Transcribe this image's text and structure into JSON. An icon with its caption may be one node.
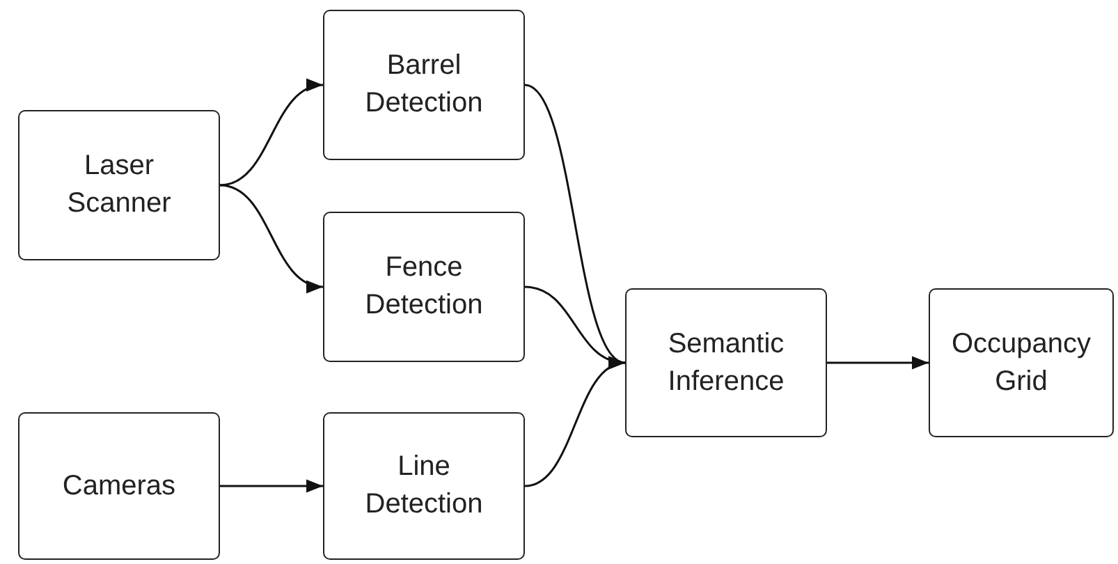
{
  "diagram": {
    "nodes": [
      {
        "text": [
          "Laser Scanner"
        ]
      },
      {
        "text": [
          "Barrel Detection"
        ]
      },
      {
        "text": [
          "Fence Detection"
        ]
      },
      {
        "text": [
          "Cameras"
        ]
      },
      {
        "text": [
          "Line Detection"
        ]
      },
      {
        "text": [
          "Semantic Inference"
        ]
      },
      {
        "text": [
          "Occupancy Grid"
        ]
      }
    ],
    "edges": [
      {
        "from": 0,
        "to": 1,
        "arrow": "to"
      },
      {
        "from": 0,
        "to": 2,
        "arrow": "to"
      },
      {
        "from": 3,
        "to": 4,
        "arrow": "to"
      },
      {
        "from": 1,
        "to": 5,
        "arrow": "to"
      },
      {
        "from": 2,
        "to": 5,
        "arrow": "to"
      },
      {
        "from": 4,
        "to": 5,
        "arrow": "to"
      },
      {
        "from": 5,
        "to": 6,
        "arrow": "to"
      }
    ]
  }
}
